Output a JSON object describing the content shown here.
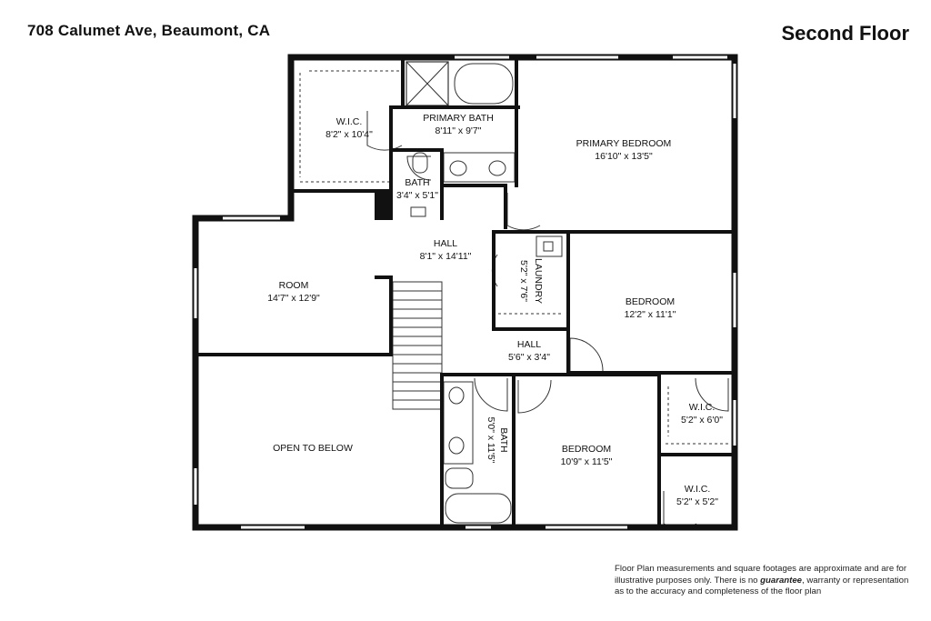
{
  "header": {
    "address": "708 Calumet Ave, Beaumont, CA",
    "floor_label": "Second Floor"
  },
  "rooms": {
    "wic_top": {
      "name": "W.I.C.",
      "dims": "8'2\" x 10'4\""
    },
    "primary_bath": {
      "name": "PRIMARY BATH",
      "dims": "8'11\" x 9'7\""
    },
    "primary_bedroom": {
      "name": "PRIMARY BEDROOM",
      "dims": "16'10\" x 13'5\""
    },
    "small_bath": {
      "name": "BATH",
      "dims": "3'4\" x 5'1\""
    },
    "hall_main": {
      "name": "HALL",
      "dims": "8'1\" x 14'11\""
    },
    "room": {
      "name": "ROOM",
      "dims": "14'7\" x 12'9\""
    },
    "laundry": {
      "name": "LAUNDRY",
      "dims": "5'2\" x 7'6\""
    },
    "bedroom_right": {
      "name": "BEDROOM",
      "dims": "12'2\" x 11'1\""
    },
    "hall_small": {
      "name": "HALL",
      "dims": "5'6\" x 3'4\""
    },
    "open_to_below": {
      "name": "OPEN TO BELOW"
    },
    "bath_lower": {
      "name": "BATH",
      "dims": "5'0\" x 11'5\""
    },
    "bedroom_lower": {
      "name": "BEDROOM",
      "dims": "10'9\" x 11'5\""
    },
    "wic_right": {
      "name": "W.I.C.",
      "dims": "5'2\" x 6'0\""
    },
    "wic_bottom": {
      "name": "W.I.C.",
      "dims": "5'2\" x 5'2\""
    }
  },
  "disclaimer": {
    "line1": "Floor Plan measurements and square footages are approximate and are for",
    "line2a": "illustrative purposes only. There is no ",
    "line2b": "guarantee",
    "line2c": ", warranty or representation",
    "line3": "as to the accuracy and completeness of the floor plan"
  }
}
